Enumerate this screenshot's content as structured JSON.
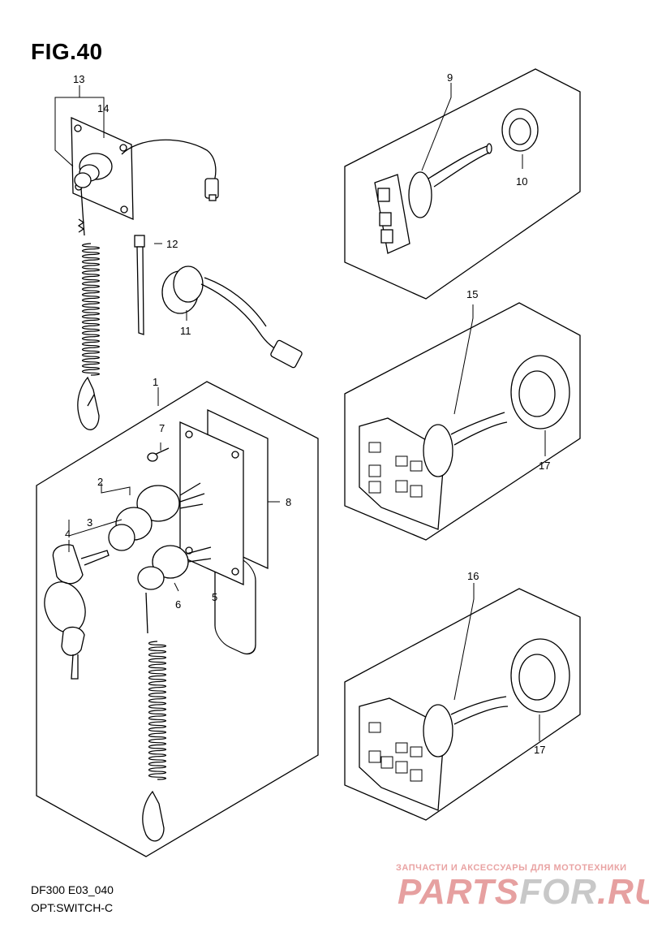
{
  "figure": {
    "title": "FIG.40"
  },
  "callouts": {
    "c1": "1",
    "c2": "2",
    "c3": "3",
    "c4": "4",
    "c5": "5",
    "c6": "6",
    "c7": "7",
    "c8": "8",
    "c9": "9",
    "c10": "10",
    "c11": "11",
    "c12": "12",
    "c13": "13",
    "c14": "14",
    "c15": "15",
    "c16": "16",
    "c17a": "17",
    "c17b": "17"
  },
  "footer": {
    "model_code": "DF300 E03_040",
    "section": "OPT:SWITCH-C"
  },
  "watermark": {
    "tagline": "ЗАПЧАСТИ И АКСЕССУАРЫ ДЛЯ МОТОТЕХНИКИ",
    "logo_main": "PARTS",
    "logo_alt": "FOR",
    "logo_tld": ".RU"
  }
}
